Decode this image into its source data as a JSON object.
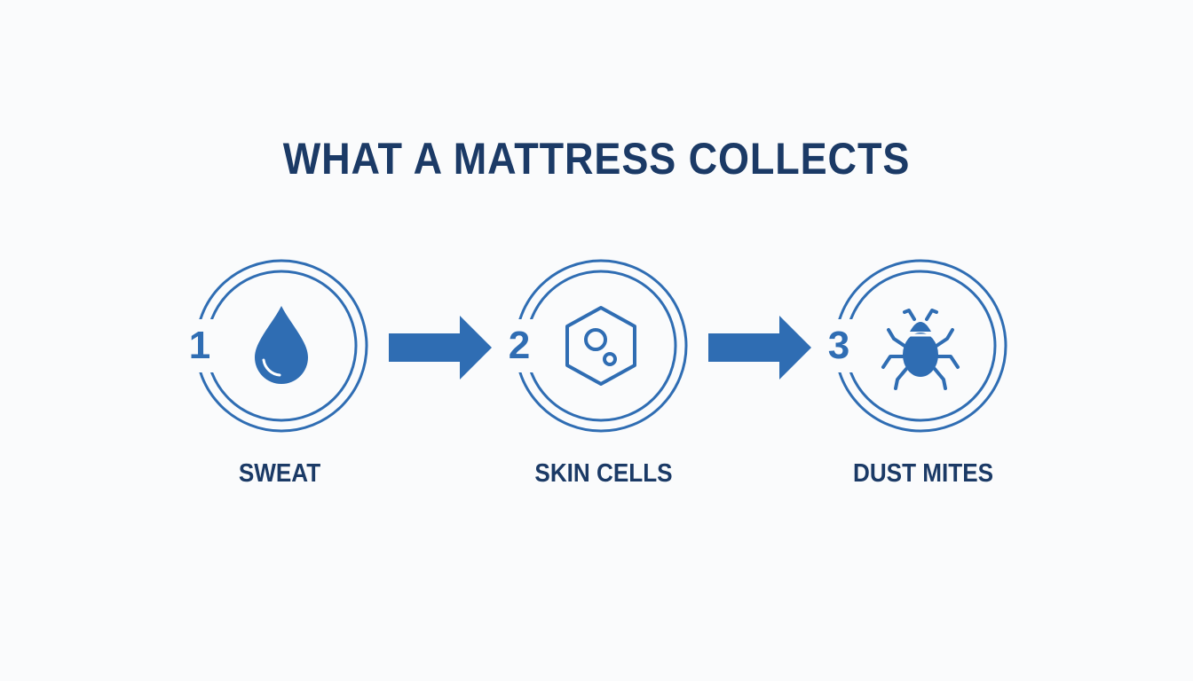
{
  "title": "WHAT A MATTRESS COLLECTS",
  "colors": {
    "accent": "#2f6db3",
    "dark": "#1b3a66",
    "background": "#fafbfc"
  },
  "steps": [
    {
      "number": "1",
      "label": "SWEAT",
      "icon": "water-drop-icon"
    },
    {
      "number": "2",
      "label": "SKIN CELLS",
      "icon": "hexagon-cells-icon"
    },
    {
      "number": "3",
      "label": "DUST MITES",
      "icon": "bug-icon"
    }
  ]
}
